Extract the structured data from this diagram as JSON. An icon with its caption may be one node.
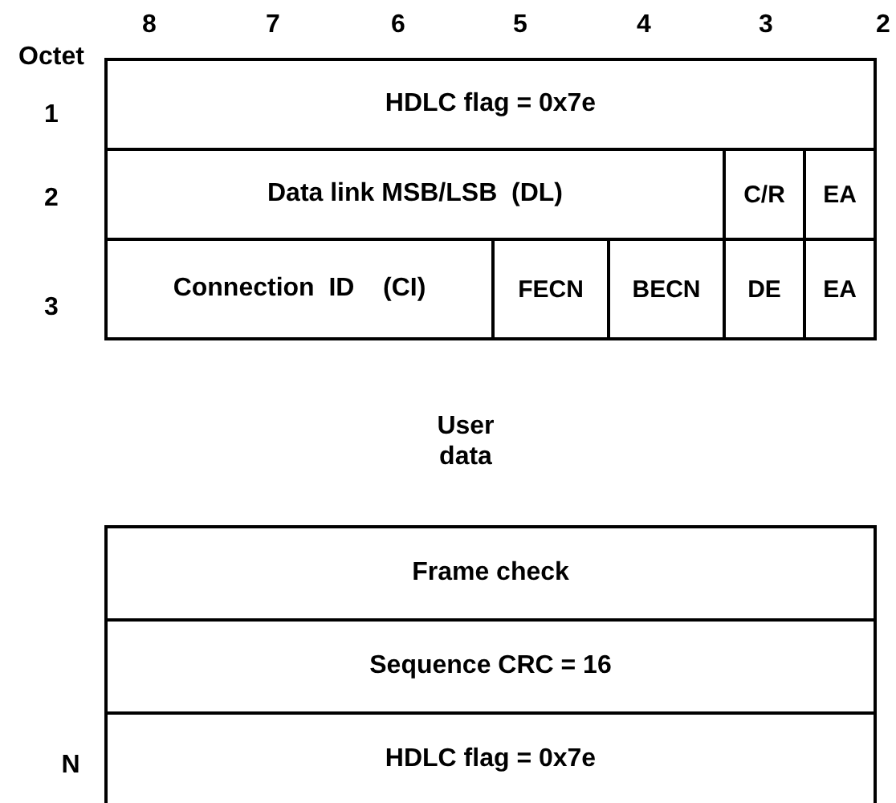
{
  "diagram": {
    "nodes": [
      {
        "text": [
          "HDLC flag = 0x7e"
        ]
      },
      {
        "text": [
          "Data link MSB/LSB  (DL)"
        ]
      },
      {
        "text": [
          "C/R"
        ]
      },
      {
        "text": [
          "EA"
        ]
      },
      {
        "text": [
          "Connection  ID    (CI)"
        ]
      },
      {
        "text": [
          "FECN"
        ]
      },
      {
        "text": [
          "BECN"
        ]
      },
      {
        "text": [
          "DE"
        ]
      },
      {
        "text": [
          "EA"
        ]
      },
      {
        "text": [
          "Frame check"
        ]
      },
      {
        "text": [
          "Sequence CRC = 16"
        ]
      },
      {
        "text": [
          "HDLC flag = 0x7e"
        ]
      }
    ],
    "labels": [
      "8",
      "7",
      "6",
      "5",
      "4",
      "3",
      "2",
      "Octet",
      "1",
      "2",
      "3",
      "User data",
      "N"
    ]
  }
}
